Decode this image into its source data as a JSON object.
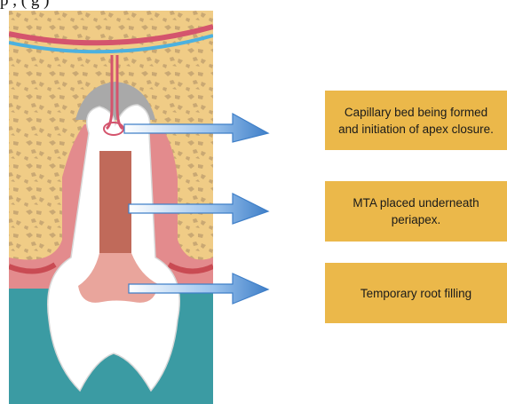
{
  "figure": {
    "top_text": "p               ,                      ( g    )"
  },
  "callouts": [
    {
      "text": "Capillary bed being formed and initiation of apex closure."
    },
    {
      "text": "MTA placed underneath periapex."
    },
    {
      "text": "Temporary root filling"
    }
  ],
  "colors": {
    "bone": "#f0cc86",
    "bone_pores": "#c9a873",
    "gum": "#e38b8d",
    "gum_dark": "#c94b53",
    "soft_tissue": "#3b9ba3",
    "tooth": "#ffffff",
    "mta": "#c06a5a",
    "root_filling": "#e9a59c",
    "capillary_gray": "#a9a9a9",
    "vessel_red": "#d4546d",
    "vessel_blue": "#4cb1df",
    "arrow": "#6aa6e0",
    "callout_bg": "#ebb84a"
  }
}
